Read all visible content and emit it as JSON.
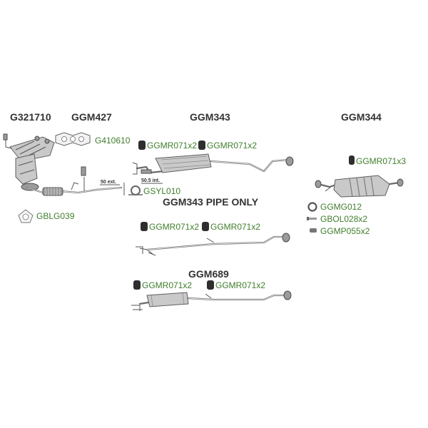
{
  "labels": {
    "g321710": "G321710",
    "ggm427": "GGM427",
    "ggm343": "GGM343",
    "ggm344": "GGM344",
    "ggm343_pipe_only": "GGM343 PIPE ONLY",
    "ggm689": "GGM689"
  },
  "codes": {
    "g410610": "G410610",
    "gsyl010": "GSYL010",
    "gblg039": "GBLG039",
    "ggm343_mount_a": "GGMR071x2",
    "ggm343_mount_b": "GGMR071x2",
    "ggm344_mount": "GGMR071x3",
    "ggmg012": "GGMG012",
    "gbol028": "GBOL028x2",
    "ggmp055": "GGMP055x2",
    "pipe_only_mount_a": "GGMR071x2",
    "pipe_only_mount_b": "GGMR071x2",
    "ggm689_mount_a": "GGMR071x2",
    "ggm689_mount_b": "GGMR071x2"
  },
  "dimensions": {
    "ext": "50 ext.",
    "int": "50.5 int."
  },
  "colors": {
    "code_text": "#3f7d2c",
    "title_text": "#333333",
    "pipe": "#6b6b6b"
  }
}
